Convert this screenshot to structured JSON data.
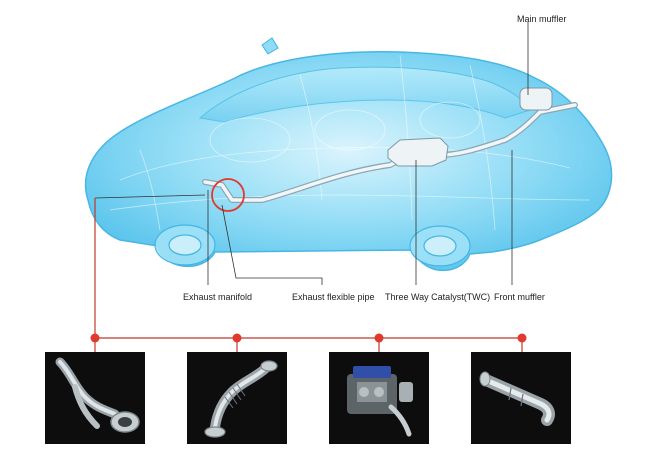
{
  "labels": {
    "main_muffler": "Main muffler",
    "exhaust_manifold": "Exhaust manifold",
    "exhaust_flexible_pipe": "Exhaust flexible pipe",
    "three_way_catalyst": "Three Way Catalyst(TWC)",
    "front_muffler": "Front muffler"
  },
  "colors": {
    "car_body": "#7fd8f5",
    "car_outline": "#3fb3e3",
    "pipe": "#f2f6f8",
    "callout_line": "#333333",
    "connector": "#c0392b",
    "dot": "#e03a2f",
    "thumb_bg": "#0d0d0d"
  },
  "thumbnails": [
    {
      "icon": "exhaust-manifold-photo-icon"
    },
    {
      "icon": "flexible-pipe-photo-icon"
    },
    {
      "icon": "catalyst-engine-photo-icon"
    },
    {
      "icon": "front-muffler-photo-icon"
    }
  ]
}
